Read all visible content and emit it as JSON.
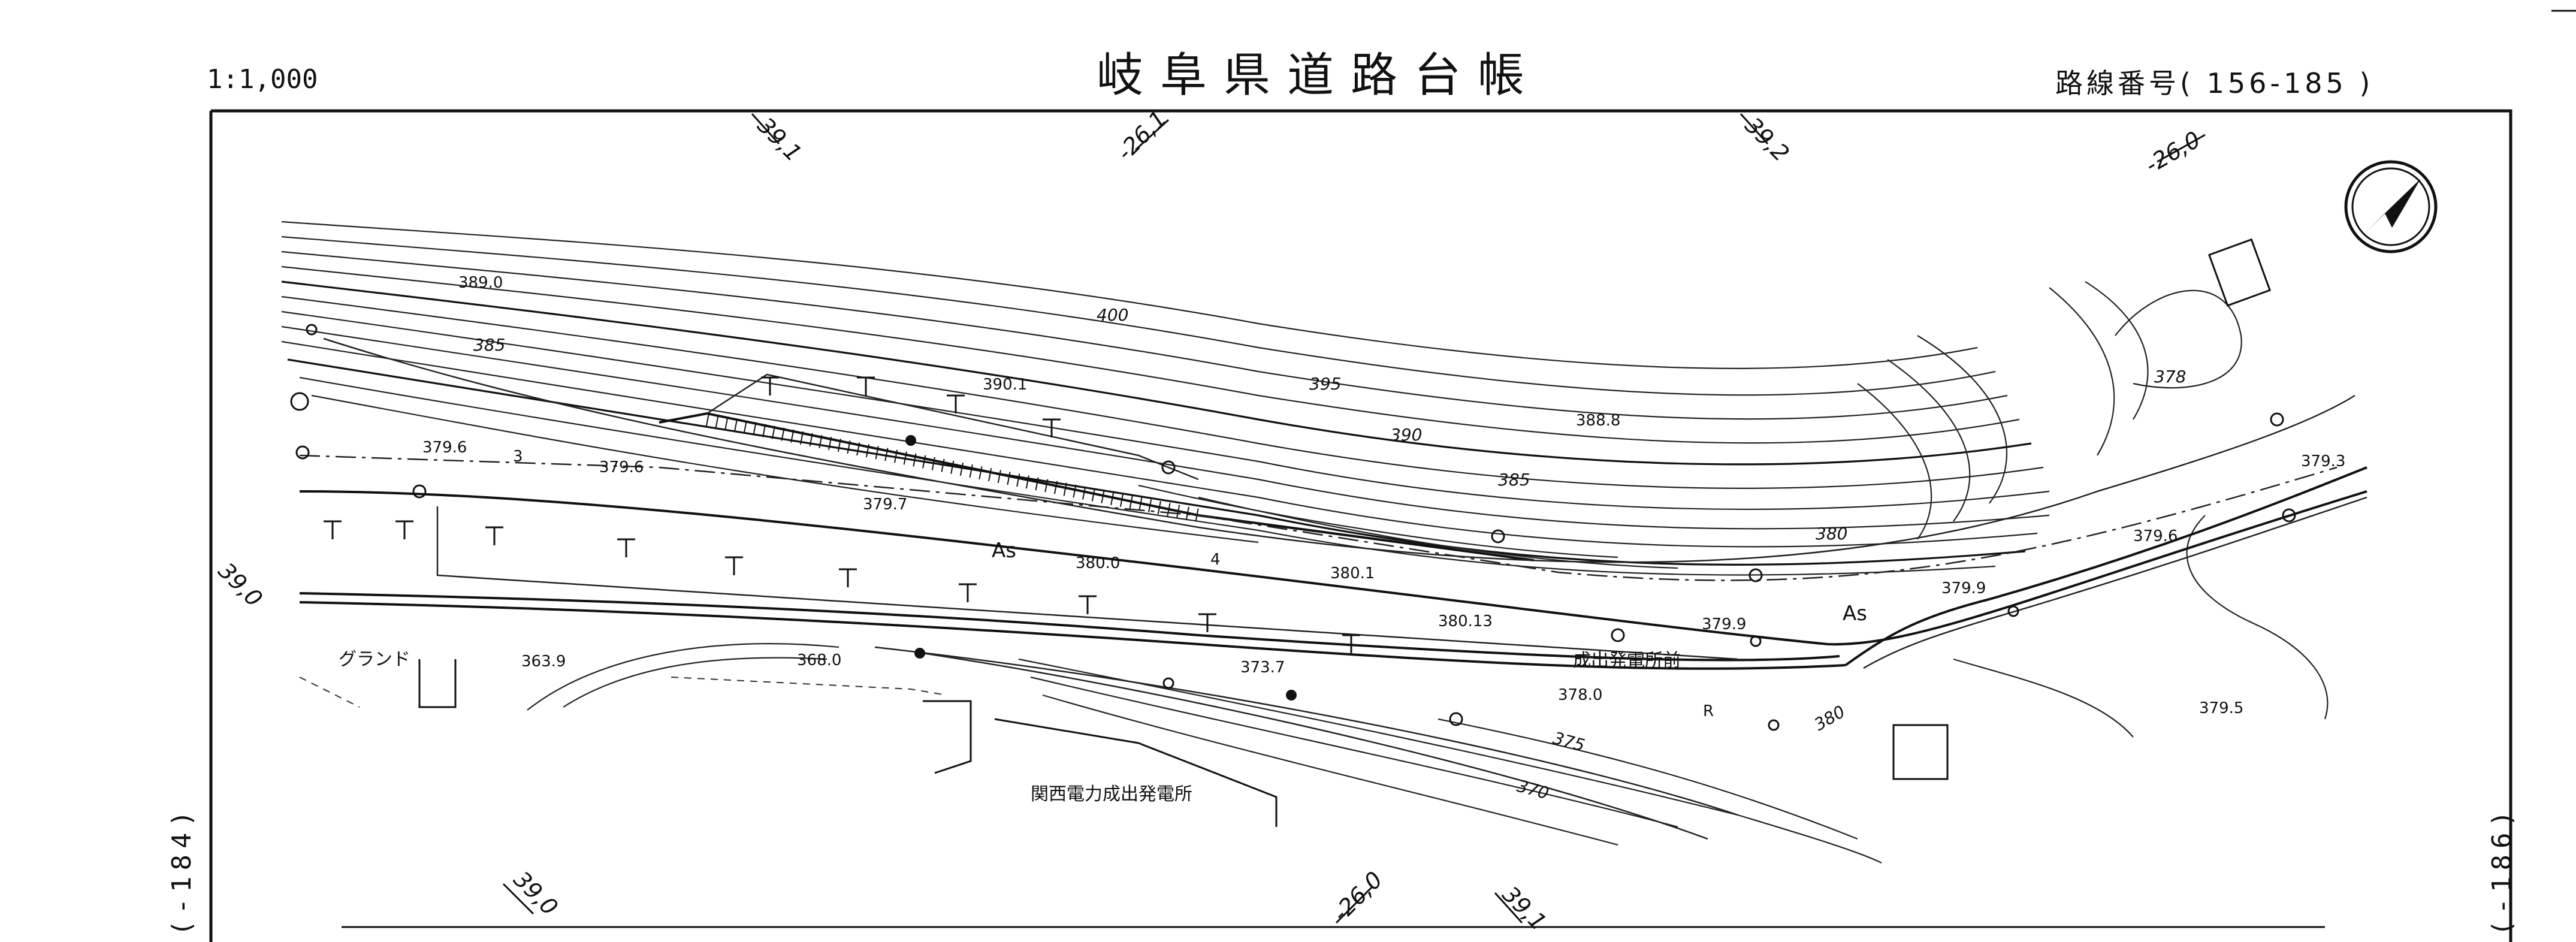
{
  "header": {
    "scale": "1:1,000",
    "title": "岐阜県道路台帳",
    "route_number": "路線番号( 156-185 )"
  },
  "side_labels": {
    "left": "(-184)",
    "right": "(-186)"
  },
  "grid_labels": {
    "top_1": "39,1",
    "top_2": "-26,1",
    "top_3": "39,2",
    "top_4": "-26,0",
    "left": "39,0",
    "bottom_1": "39,0",
    "bottom_2": "-26,0",
    "bottom_3": "39,1"
  },
  "elevations": {
    "e_389_0": "389.0",
    "e_390_1": "390.1",
    "e_388_8": "388.8",
    "e_379_6a": "379.6",
    "e_379_6b": "379.6",
    "e_379_7": "379.7",
    "e_380_0": "380.0",
    "e_380_1": "380.1",
    "e_380_13": "380.13",
    "e_379_9a": "379.9",
    "e_379_9b": "379.9",
    "e_379_6c": "379.6",
    "e_379_3": "379.3",
    "e_379_5": "379.5",
    "e_363_9": "363.9",
    "e_368_0": "368.0",
    "e_373_7": "373.7",
    "e_378_0": "378.0"
  },
  "contour_labels": {
    "c_385a": "385",
    "c_400": "400",
    "c_395": "395",
    "c_390": "390",
    "c_385b": "385",
    "c_380a": "380",
    "c_378": "378",
    "c_380b": "380",
    "c_375": "375",
    "c_370": "370"
  },
  "map_labels": {
    "surface_as_1": "As",
    "surface_as_2": "As",
    "bus_stop": "成出発電所前",
    "power_station": "関西電力成出発電所",
    "ground": "グランド",
    "marker_3": "3",
    "marker_4": "4",
    "marker_r": "R"
  },
  "colors": {
    "ink": "#111111",
    "paper": "#ffffff"
  },
  "icons": {
    "north_arrow": "north-arrow-icon"
  }
}
